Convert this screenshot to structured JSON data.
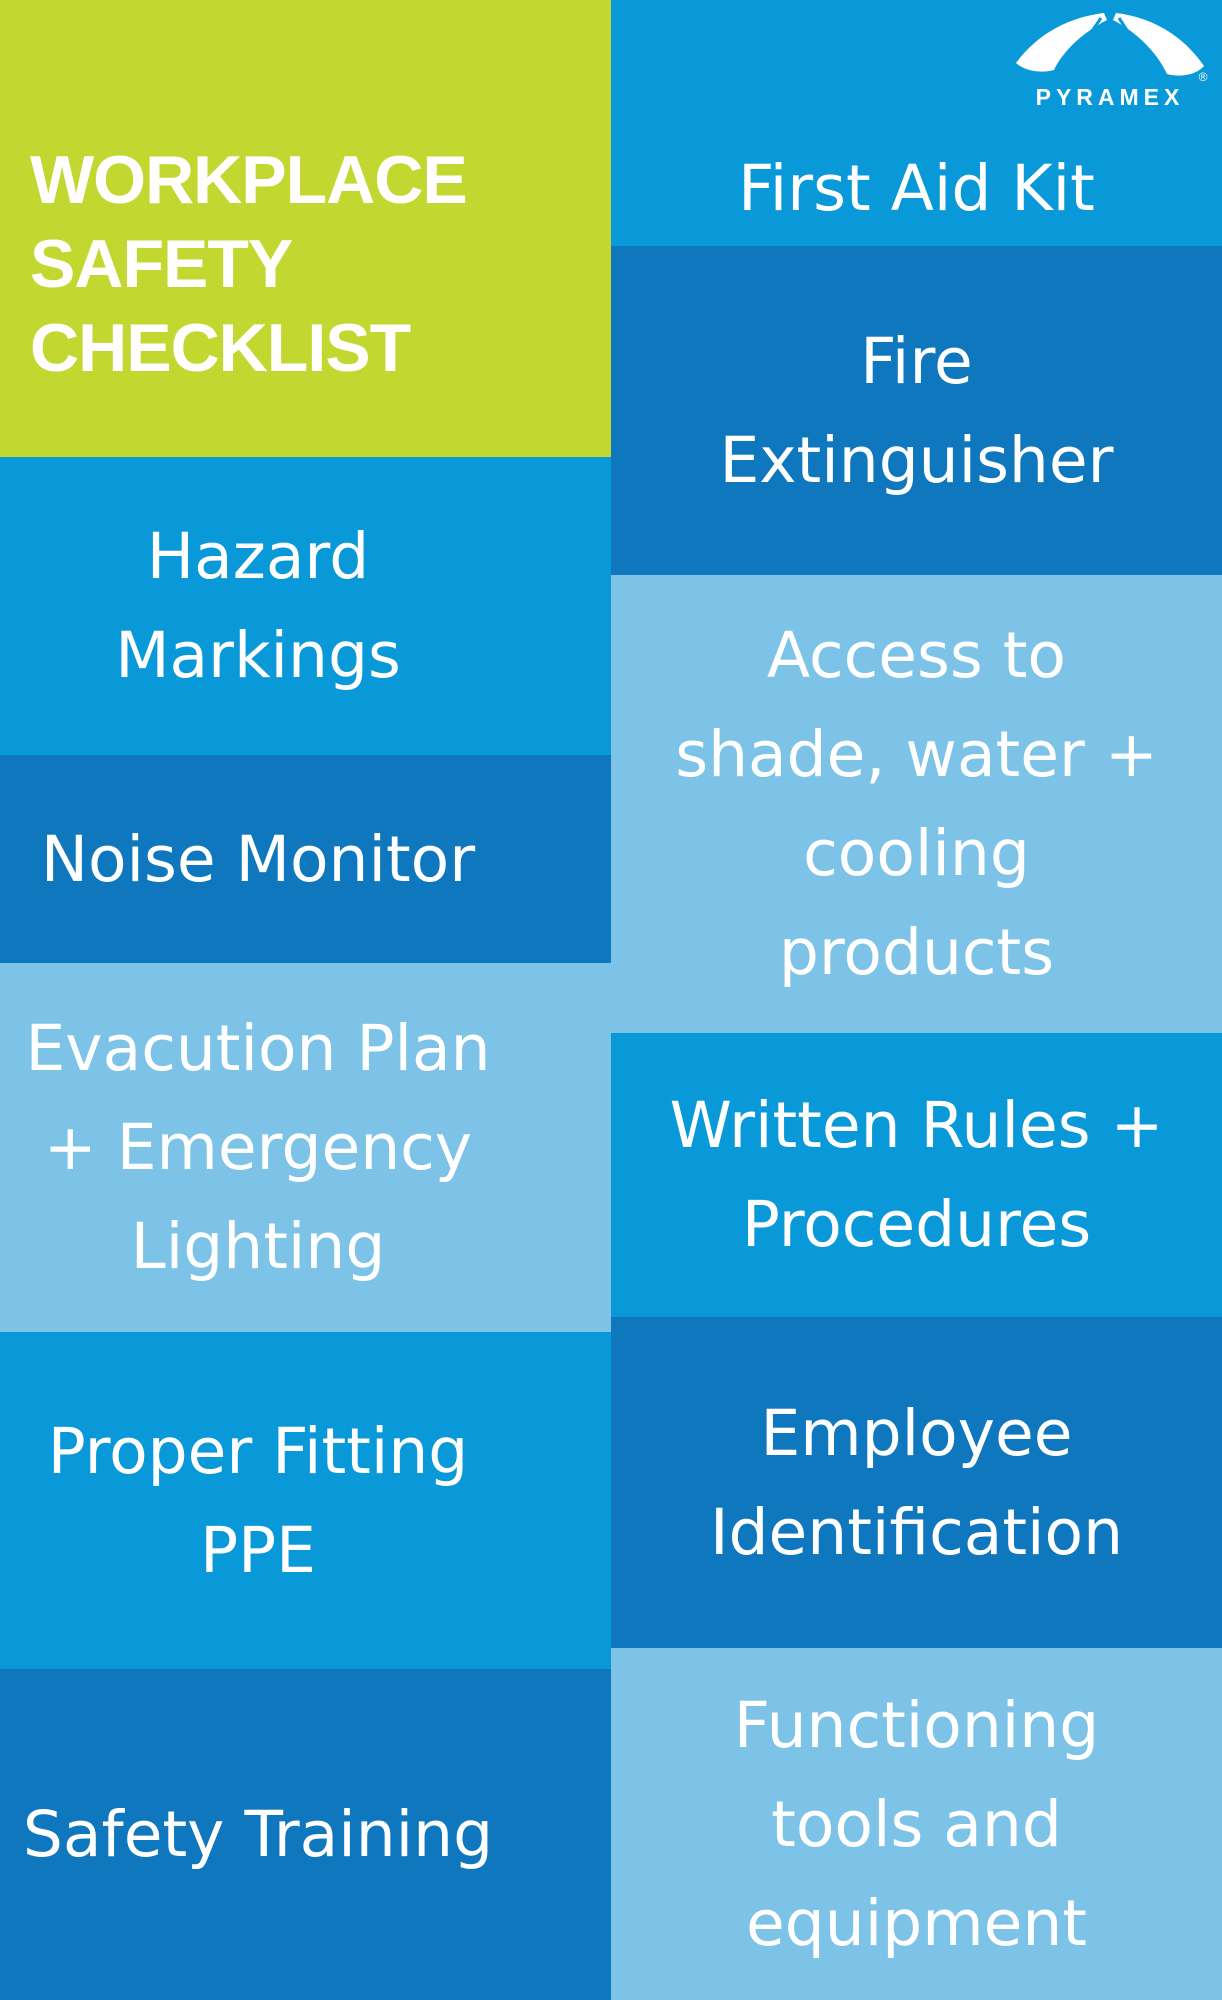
{
  "brand": {
    "name": "PYRAMEX",
    "registered": "®"
  },
  "title": {
    "lines": [
      "WORKPLACE",
      "SAFETY",
      "CHECKLIST"
    ]
  },
  "palette": {
    "green": "#c3d731",
    "blue_medium": "#0999d8",
    "blue_dark": "#0e77bd",
    "blue_light": "#7cc3e7",
    "text": "#ffffff"
  },
  "checklist": {
    "left": [
      {
        "name": "hazard-markings",
        "lines": [
          "Hazard",
          "Markings"
        ]
      },
      {
        "name": "noise-monitor",
        "lines": [
          "Noise Monitor"
        ]
      },
      {
        "name": "evacuation-plan",
        "lines": [
          "Evacution Plan",
          "+ Emergency",
          "Lighting"
        ]
      },
      {
        "name": "proper-fitting-ppe",
        "lines": [
          "Proper Fitting",
          "PPE"
        ]
      },
      {
        "name": "safety-training",
        "lines": [
          "Safety Training"
        ]
      }
    ],
    "right": [
      {
        "name": "first-aid-kit",
        "lines": [
          "First Aid Kit"
        ]
      },
      {
        "name": "fire-extinguisher",
        "lines": [
          "Fire",
          "Extinguisher"
        ]
      },
      {
        "name": "access-shade-water-cooling",
        "lines": [
          "Access to",
          "shade, water +",
          "cooling",
          "products"
        ]
      },
      {
        "name": "written-rules-procedures",
        "lines": [
          "Written Rules +",
          "Procedures"
        ]
      },
      {
        "name": "employee-identification",
        "lines": [
          "Employee",
          "Identification"
        ]
      },
      {
        "name": "functioning-tools-equipment",
        "lines": [
          "Functioning",
          "tools and",
          "equipment"
        ]
      }
    ]
  }
}
